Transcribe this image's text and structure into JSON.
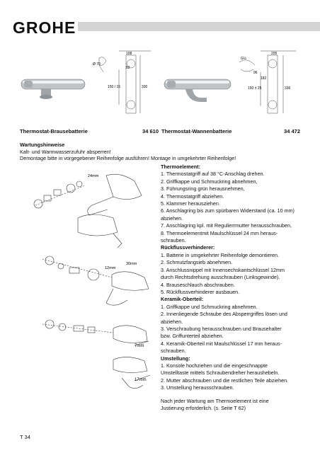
{
  "brand": {
    "logo_text": "GROHE"
  },
  "products": [
    {
      "title": "Thermostat-Brausebatterie",
      "number": "34 610",
      "dims": {
        "top": "108",
        "side": "82",
        "diam": "Ø 70",
        "height_a": "150 / 15",
        "height_b": "330"
      }
    },
    {
      "title": "Thermostat-Wannenbatterie",
      "number": "34 472",
      "dims": {
        "top": "205",
        "mid": "96",
        "bottom": "182",
        "side": "G½",
        "height_a": "150 ± 25",
        "height_b": "336"
      }
    }
  ],
  "maintenance": {
    "heading": "Wartungshinweise",
    "line1": "Kalt- und Warmwasserzufuhr absperren!",
    "line2": "Demontage bitte in vorgegebener Reihenfolge ausführen! Montage in umgekehrter Reihenfolge!"
  },
  "sections": {
    "thermo": {
      "heading": "Thermoelement:",
      "lines": [
        "1. Thermostatgriff auf 38 °C-Anschlag drehen.",
        "2. Griffkappe und Schmuckring abnehmen,",
        "3. Führungsring grün herausnehmen,",
        "4. Thermostatgriff abziehen.",
        "5. Klammer herausziehen.",
        "6. Anschlagring bis zum spürbaren Widerstand (ca. 10 mm)",
        "abziehen.",
        "7. Anschlagring kpl. mit Regulierrmutter herausschrauben,",
        "8. Thermoelementmit Maulschlüssel 24 mm heraus-",
        "schrauben."
      ]
    },
    "rueck": {
      "heading": "Rückflussverhinderer:",
      "lines": [
        "1. Batterie in umgekehrter Reihenfolge demontieren.",
        "2. Schmutzfangsieb abnehmen.",
        "3. Anschlussnippel mit Innensechskantschlüssel 12mm",
        "durch Rechtsdrehung ausschrauben (Linksgewinde).",
        "4. Brauseschlauch abschrauben.",
        "5. Rückflussverhinderer ausbauen."
      ]
    },
    "keramik": {
      "heading": "Keramik-Oberteil:",
      "lines": [
        "1. Griffkappe und Schmuckring abnehmen.",
        "2. Innenliegende Schraube des Absperrgriffes lösen und",
        "abziehen.",
        "3. Verschraubung herausschrauben und Brausehalter",
        "bzw. Griffunterteil abziehen.",
        "4. Keramik-Oberteil mit Maulschlüssel 17 mm heraus-",
        "schrauben."
      ]
    },
    "umstellung": {
      "heading": "Umstellung:",
      "lines": [
        "1. Konsole hochziehen und die eingeschnappte",
        "Umstelltaste mittels Schraubendreher heraushebeln.",
        "2. Mutter abschrauben und die restlichen Teile abziehen.",
        "3. Umstellung herausschrauben."
      ]
    },
    "footer_note": {
      "lines": [
        "Nach jeder Wartung am Thermoelement ist eine",
        "Justierung erforderlich. (s. Seite T 62)"
      ]
    }
  },
  "diagram_labels": {
    "wrench_24": "24mm",
    "wrench_12": "12mm",
    "wrench_30": "30mm",
    "wrench_7": "7mm",
    "wrench_17": "17mm"
  },
  "page": {
    "number": "T 34"
  }
}
